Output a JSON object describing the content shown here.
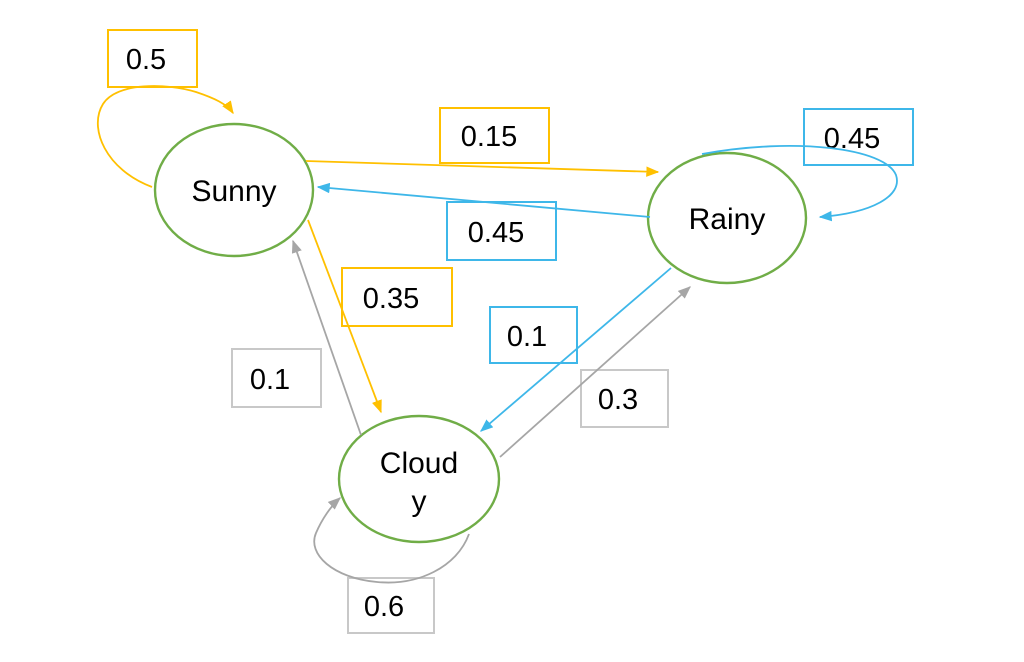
{
  "diagram": {
    "type": "state-transition-diagram",
    "subject": "weather markov chain",
    "nodes": {
      "sunny": {
        "label": "Sunny"
      },
      "rainy": {
        "label": "Rainy"
      },
      "cloudy": {
        "label": "Cloudy",
        "label_line1": "Cloud",
        "label_line2": "y"
      }
    },
    "transitions": {
      "sunny_to_sunny": "0.5",
      "sunny_to_rainy": "0.15",
      "sunny_to_cloudy": "0.35",
      "rainy_to_rainy": "0.45",
      "rainy_to_sunny": "0.45",
      "rainy_to_cloudy": "0.1",
      "cloudy_to_sunny": "0.1",
      "cloudy_to_rainy": "0.3",
      "cloudy_to_cloudy": "0.6"
    },
    "colors": {
      "node_stroke": "#70AD47",
      "sunny_edges": "#FFC000",
      "rainy_edges": "#3EB7E9",
      "cloudy_edges": "#A6A6A6",
      "gray_box_border": "#C8C8C8",
      "text": "#000000",
      "background": "#FFFFFF"
    }
  }
}
